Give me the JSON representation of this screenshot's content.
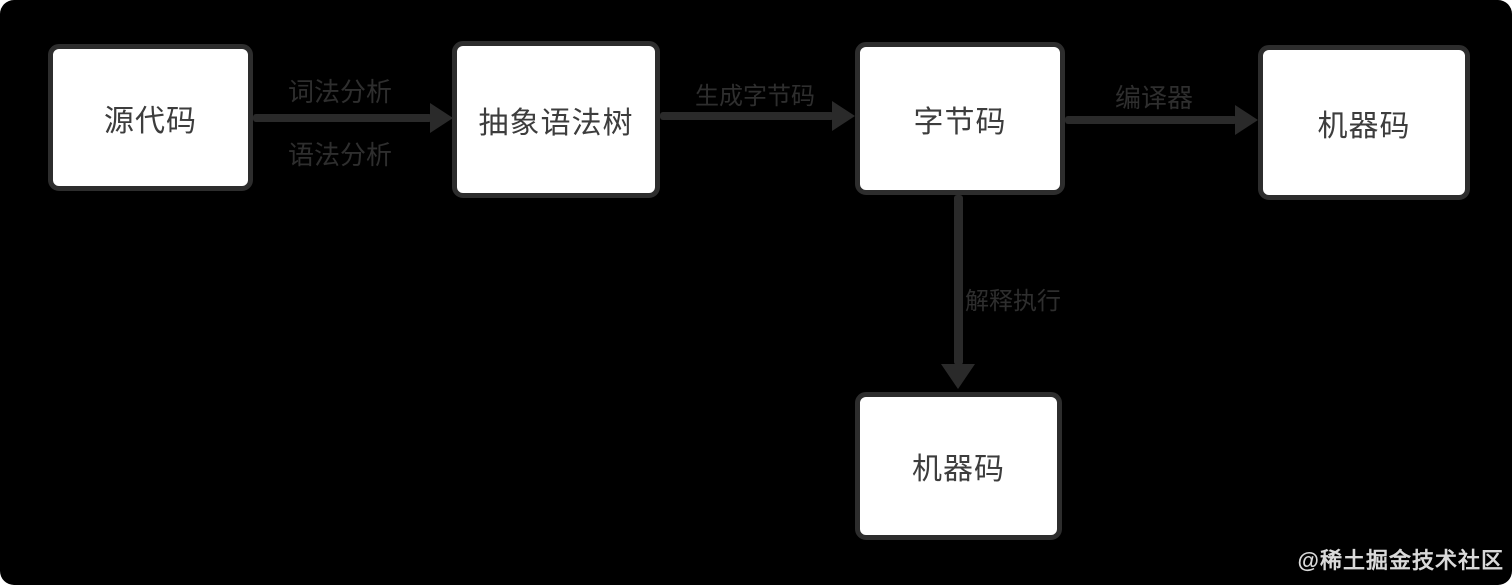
{
  "diagram": {
    "title_hint": "JavaScript code compilation pipeline flowchart",
    "colors": {
      "background": "#000000",
      "node_fill": "#ffffff",
      "node_border": "#2d2d2d",
      "node_text": "#3d3d3d",
      "edge": "#2a2a2a",
      "edge_label": "#2e2e2e",
      "watermark": "#d9d9d9"
    },
    "nodes": [
      {
        "id": "source",
        "label": "源代码"
      },
      {
        "id": "ast",
        "label": "抽象语法树"
      },
      {
        "id": "bytecode",
        "label": "字节码"
      },
      {
        "id": "machine-right",
        "label": "机器码"
      },
      {
        "id": "machine-bottom",
        "label": "机器码"
      }
    ],
    "edges": [
      {
        "from": "source",
        "to": "ast",
        "direction": "right",
        "label_top": "词法分析",
        "label_bottom": "语法分析"
      },
      {
        "from": "ast",
        "to": "bytecode",
        "direction": "right",
        "label": "生成字节码"
      },
      {
        "from": "bytecode",
        "to": "machine-right",
        "direction": "right",
        "label": "编译器"
      },
      {
        "from": "bytecode",
        "to": "machine-bottom",
        "direction": "down",
        "label": "解释执行"
      }
    ]
  },
  "watermark": {
    "text": "@稀土掘金技术社区"
  }
}
